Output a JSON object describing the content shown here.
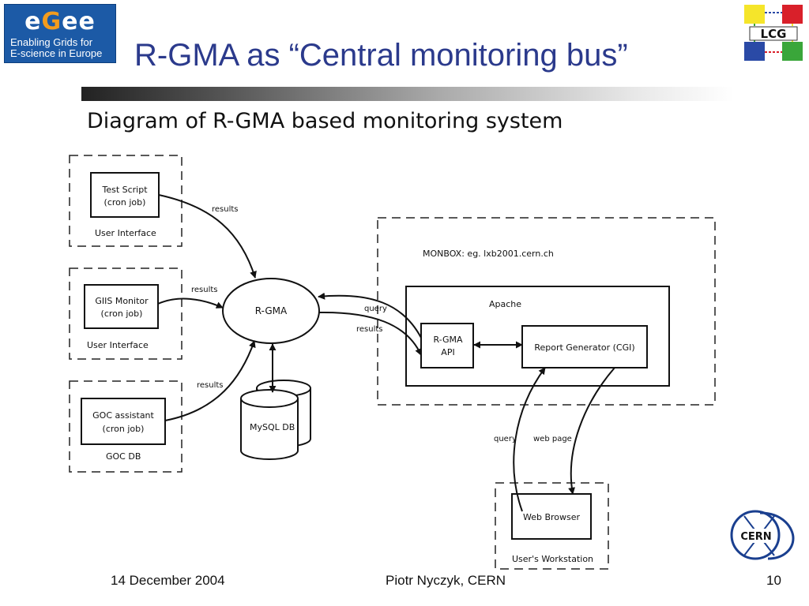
{
  "logos": {
    "egee": {
      "wordmark_start": "e",
      "wordmark_mid": "G",
      "wordmark_end": "ee",
      "tagline_line1": "Enabling Grids for",
      "tagline_line2": "E-science in Europe"
    },
    "lcg": {
      "text": "LCG"
    },
    "cern": {
      "text": "CERN"
    }
  },
  "slide": {
    "title": "R-GMA as “Central monitoring bus”",
    "diagram_heading": "Diagram of R-GMA based monitoring system"
  },
  "diagram": {
    "ui_box_1": {
      "script_line1": "Test Script",
      "script_line2": "(cron job)",
      "label": "User Interface"
    },
    "ui_box_2": {
      "script_line1": "GIIS Monitor",
      "script_line2": "(cron job)",
      "label": "User Interface"
    },
    "goc_box": {
      "script_line1": "GOC assistant",
      "script_line2": "(cron job)",
      "label": "GOC DB"
    },
    "rgma": "R-GMA",
    "mysql": "MySQL DB",
    "monbox_label": "MONBOX: eg. lxb2001.cern.ch",
    "apache_label": "Apache",
    "rgma_api_line1": "R-GMA",
    "rgma_api_line2": "API",
    "report_generator": "Report Generator (CGI)",
    "web_browser": "Web Browser",
    "workstation_label": "User's Workstation",
    "arrow_labels": {
      "results_1": "results",
      "results_2": "results",
      "results_3": "results",
      "query_top": "query",
      "results_monbox": "results",
      "query_bottom": "query",
      "web_page": "web page"
    }
  },
  "footer": {
    "date": "14 December 2004",
    "author": "Piotr Nyczyk, CERN",
    "page": "10"
  },
  "colors": {
    "title": "#2b3a8c",
    "egee_blue": "#1c5aa6",
    "lcg_yellow": "#f5e52a",
    "lcg_red": "#d9202a",
    "lcg_green": "#3aa63a",
    "lcg_blue": "#2a4aa6"
  }
}
